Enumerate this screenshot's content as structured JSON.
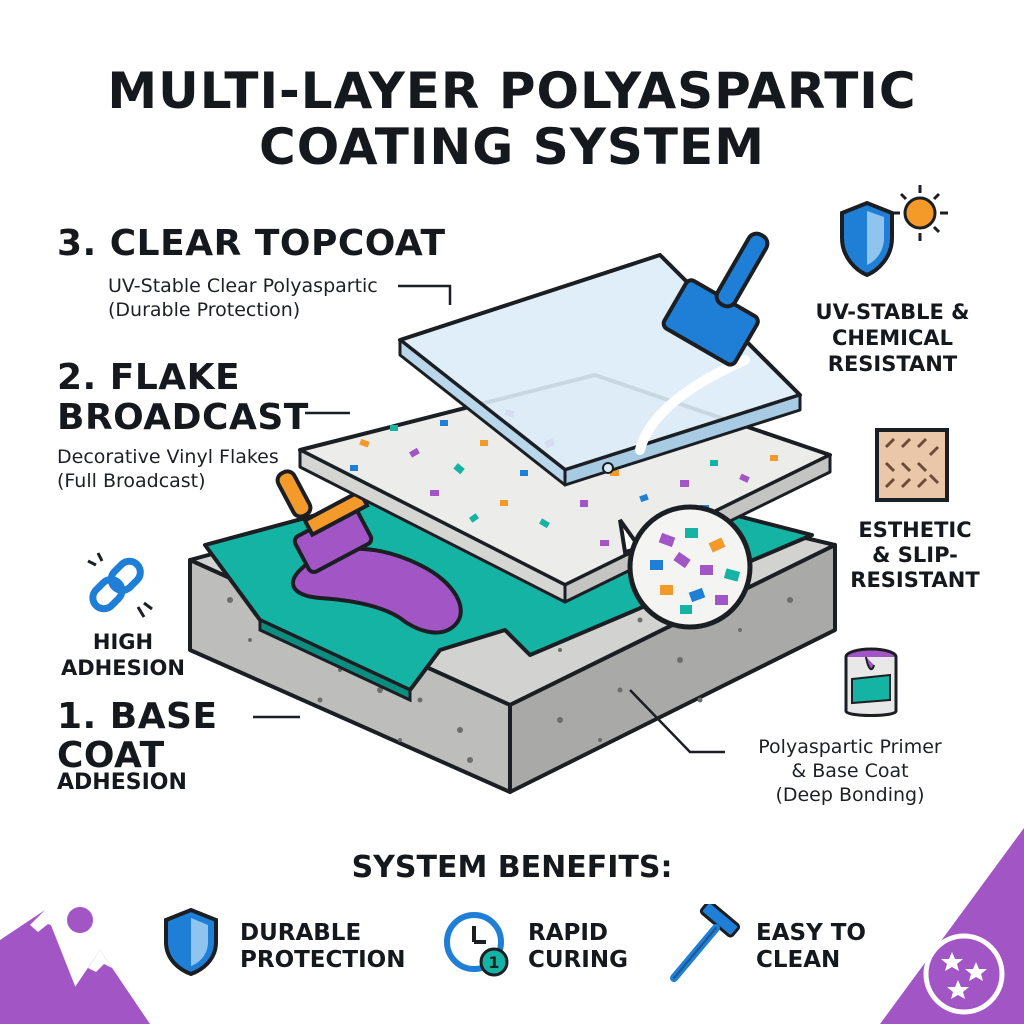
{
  "title_line1": "MULTI-LAYER POLYASPARTIC",
  "title_line2": "COATING SYSTEM",
  "layers": {
    "topcoat": {
      "title": "3. CLEAR TOPCOAT",
      "sub1": "UV-Stable Clear Polyaspartic",
      "sub2": "(Durable Protection)"
    },
    "flake": {
      "title1": "2. FLAKE",
      "title2": "BROADCAST",
      "sub1": "Decorative Vinyl Flakes",
      "sub2": "(Full Broadcast)"
    },
    "base": {
      "title1": "1. BASE",
      "title2": "COAT",
      "sub": "ADHESION"
    }
  },
  "features": {
    "uv": {
      "line1": "UV-STABLE &",
      "line2": "CHEMICAL",
      "line3": "RESISTANT"
    },
    "esthetic": {
      "line1": "ESTHETIC",
      "line2": "& SLIP-",
      "line3": "RESISTANT"
    },
    "adhesion": {
      "line1": "HIGH",
      "line2": "ADHESION"
    },
    "primer": {
      "line1": "Polyaspartic Primer",
      "line2": "& Base Coat",
      "line3": "(Deep Bonding)"
    }
  },
  "benefits": {
    "title": "SYSTEM BENEFITS:",
    "items": [
      {
        "line1": "DURABLE",
        "line2": "PROTECTION",
        "icon": "shield-icon"
      },
      {
        "line1": "RAPID",
        "line2": "CURING",
        "icon": "timer-icon"
      },
      {
        "line1": "EASY TO",
        "line2": "CLEAN",
        "icon": "squeegee-icon"
      }
    ]
  },
  "colors": {
    "teal": "#15b3a3",
    "purple": "#a255c4",
    "blue": "#1f7fd6",
    "orange": "#f39a2a",
    "concrete": "#c9c9c7"
  }
}
